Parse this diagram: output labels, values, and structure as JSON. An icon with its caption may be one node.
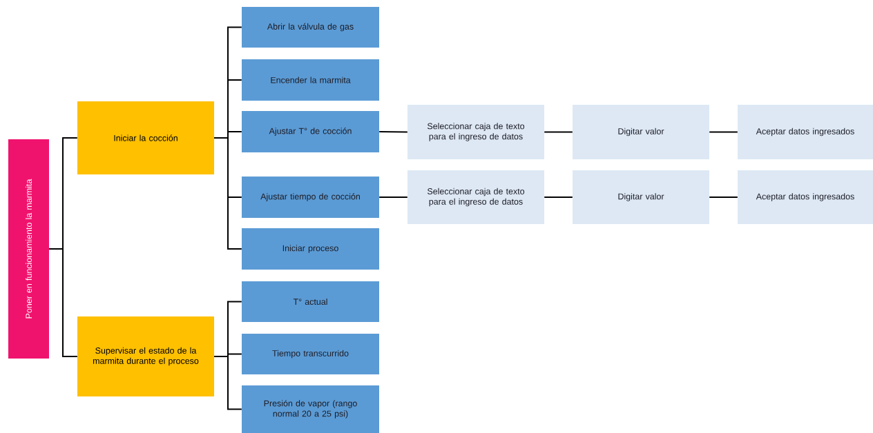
{
  "diagram": {
    "nodes": [
      {
        "text": [
          "Poner en funcionamiento la marmita"
        ]
      },
      {
        "text": [
          "Iniciar la cocción"
        ]
      },
      {
        "text": [
          "Supervisar el estado de la marmita durante el proceso"
        ]
      },
      {
        "text": [
          "Abrir la válvula de gas"
        ]
      },
      {
        "text": [
          "Encender la marmita"
        ]
      },
      {
        "text": [
          "Ajustar T° de cocción"
        ]
      },
      {
        "text": [
          "Ajustar tiempo de cocción"
        ]
      },
      {
        "text": [
          "Iniciar proceso"
        ]
      },
      {
        "text": [
          "T° actual"
        ]
      },
      {
        "text": [
          "Tiempo transcurrido"
        ]
      },
      {
        "text": [
          "Presión de vapor (rango normal 20 a 25 psi)"
        ]
      },
      {
        "text": [
          "Seleccionar caja de texto para el ingreso de datos"
        ]
      },
      {
        "text": [
          "Digitar valor"
        ]
      },
      {
        "text": [
          "Aceptar datos ingresados"
        ]
      },
      {
        "text": [
          "Seleccionar caja de texto para el ingreso de datos"
        ]
      },
      {
        "text": [
          "Digitar valor"
        ]
      },
      {
        "text": [
          "Aceptar datos ingresados"
        ]
      }
    ],
    "edges": [
      {
        "from": 0,
        "to": 1,
        "arrow": "none"
      },
      {
        "from": 0,
        "to": 2,
        "arrow": "none"
      },
      {
        "from": 1,
        "to": 3,
        "arrow": "none"
      },
      {
        "from": 1,
        "to": 4,
        "arrow": "none"
      },
      {
        "from": 1,
        "to": 5,
        "arrow": "none"
      },
      {
        "from": 1,
        "to": 6,
        "arrow": "none"
      },
      {
        "from": 1,
        "to": 7,
        "arrow": "none"
      },
      {
        "from": 2,
        "to": 8,
        "arrow": "none"
      },
      {
        "from": 2,
        "to": 9,
        "arrow": "none"
      },
      {
        "from": 2,
        "to": 10,
        "arrow": "none"
      },
      {
        "from": 5,
        "to": 11,
        "arrow": "none"
      },
      {
        "from": 11,
        "to": 12,
        "arrow": "none"
      },
      {
        "from": 12,
        "to": 13,
        "arrow": "none"
      },
      {
        "from": 6,
        "to": 14,
        "arrow": "none"
      },
      {
        "from": 14,
        "to": 15,
        "arrow": "none"
      },
      {
        "from": 15,
        "to": 16,
        "arrow": "none"
      }
    ]
  }
}
